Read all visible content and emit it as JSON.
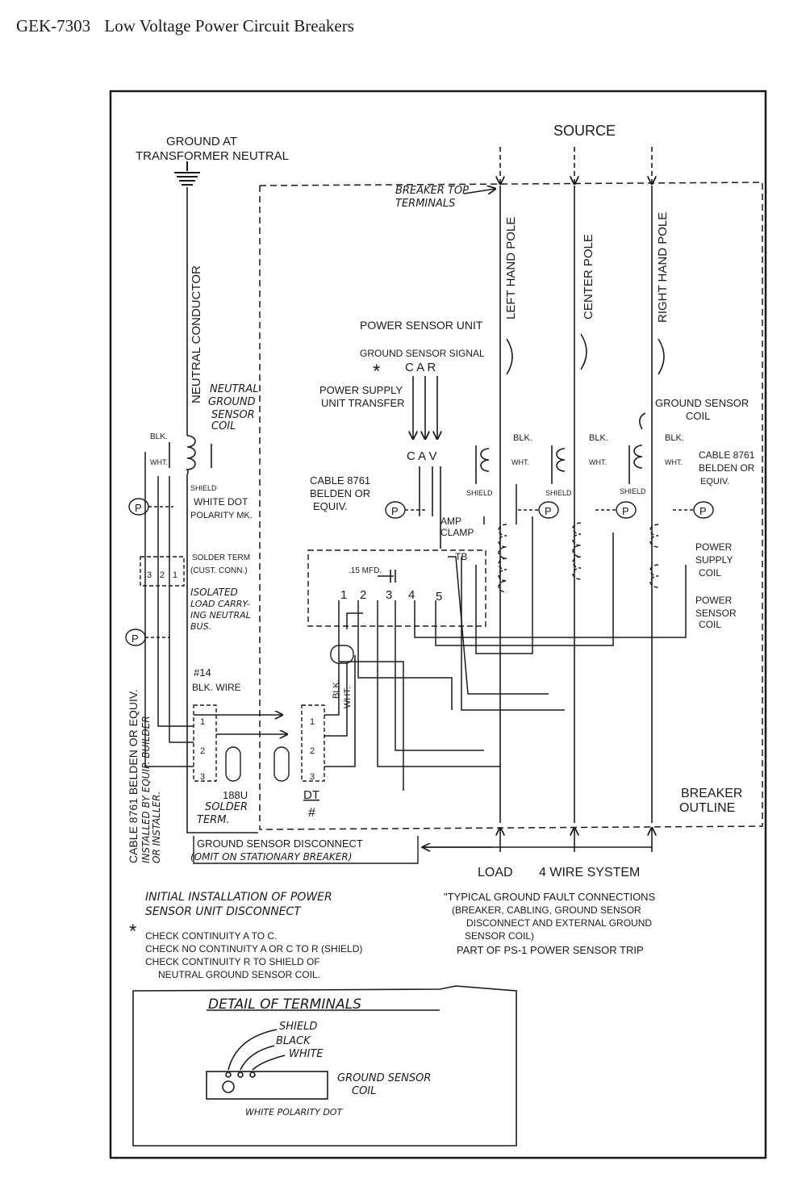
{
  "header": {
    "doc_number": "GEK-7303",
    "doc_title": "Low Voltage Power Circuit Breakers"
  },
  "diagram": {
    "ground_at": "GROUND AT",
    "transformer_neutral": "TRANSFORMER NEUTRAL",
    "source": "SOURCE",
    "breaker_top_1": "BREAKER TOP",
    "breaker_top_2": "TERMINALS",
    "neutral_conductor": "NEUTRAL CONDUCTOR",
    "left_hand_pole": "LEFT HAND POLE",
    "center_pole": "CENTER POLE",
    "right_hand_pole": "RIGHT HAND POLE",
    "power_sensor_unit": "POWER SENSOR UNIT",
    "ground_sensor_signal": "GROUND SENSOR SIGNAL",
    "star": "*",
    "car_top": "C A R",
    "power_supply_1": "POWER SUPPLY",
    "power_supply_2": "UNIT TRANSFER",
    "cav": "C A V",
    "neutral_gs_1": "NEUTRAL",
    "neutral_gs_2": "GROUND",
    "neutral_gs_3": "SENSOR",
    "neutral_gs_4": "COIL",
    "ground_sensor_coil_1": "GROUND SENSOR",
    "ground_sensor_coil_2": "COIL",
    "blk": "BLK.",
    "wht": "WHT.",
    "shield": "SHIELD",
    "white_dot_1": "WHITE DOT",
    "white_dot_2": "POLARITY MK.",
    "cable_left_1": "CABLE 8761",
    "cable_left_2": "BELDEN OR",
    "cable_left_3": "EQUIV.",
    "cable_right_1": "CABLE 8761",
    "cable_right_2": "BELDEN OR",
    "cable_right_3": "EQUIV.",
    "p": "P",
    "amp_clamp_1": "AMP",
    "amp_clamp_2": "CLAMP",
    "tb": "TB",
    "mfd": ".15 MFD.",
    "t1": "1",
    "t2": "2",
    "t3": "3",
    "t4": "4",
    "t5": "5",
    "power_supply_coil_1": "POWER",
    "power_supply_coil_2": "SUPPLY",
    "power_supply_coil_3": "COIL",
    "power_sensor_coil_1": "POWER",
    "power_sensor_coil_2": "SENSOR",
    "power_sensor_coil_3": "COIL",
    "solder_term_1": "SOLDER TERM",
    "solder_term_2": "(CUST. CONN.)",
    "isolated_1": "ISOLATED",
    "isolated_2": "LOAD CARRY-",
    "isolated_3": "ING NEUTRAL",
    "isolated_4": "BUS.",
    "wire_14": "#14",
    "blk_wire": "BLK. WIRE",
    "cable_vertical_1": "CABLE 8761 BELDEN OR EQUIV.",
    "cable_vertical_2": "INSTALLED BY EQUIP. BUILDER",
    "cable_vertical_3": "OR INSTALLER.",
    "blk_v": "BLK.",
    "wht_v": "WHT.",
    "n188u": "188U",
    "solder_b_1": "SOLDER",
    "solder_b_2": "TERM.",
    "dt": "DT",
    "hash": "#",
    "breaker_outline_1": "BREAKER",
    "breaker_outline_2": "OUTLINE",
    "gs_disconnect_1": "GROUND SENSOR DISCONNECT",
    "gs_disconnect_2": "(OMIT ON STATIONARY BREAKER)",
    "load": "LOAD",
    "four_wire": "4 WIRE SYSTEM",
    "init_1": "INITIAL INSTALLATION OF POWER",
    "init_2": "SENSOR UNIT DISCONNECT",
    "check_star": "*",
    "check_1": "CHECK CONTINUITY A TO C.",
    "check_2": "CHECK NO CONTINUITY A OR C TO R (SHIELD)",
    "check_3": "CHECK CONTINUITY R TO SHIELD OF",
    "check_4": "NEUTRAL GROUND SENSOR COIL.",
    "typical_1": "\"TYPICAL GROUND FAULT CONNECTIONS",
    "typical_2": "(BREAKER, CABLING, GROUND SENSOR",
    "typical_3": "DISCONNECT AND EXTERNAL GROUND",
    "typical_4": "SENSOR COIL)",
    "typical_5": "PART OF PS-1 POWER SENSOR TRIP",
    "detail_title": "DETAIL OF TERMINALS",
    "detail_shield": "SHIELD",
    "detail_black": "BLACK",
    "detail_white": "WHITE",
    "detail_gsc_1": "GROUND SENSOR",
    "detail_gsc_2": "COIL",
    "detail_wpd": "WHITE POLARITY DOT",
    "tb_3": "3",
    "tb_2": "2",
    "tb_1": "1",
    "dt_1": "1",
    "dt_2": "2",
    "dt_3": "3",
    "g_1": "1",
    "g_2": "2",
    "g_3": "3"
  }
}
